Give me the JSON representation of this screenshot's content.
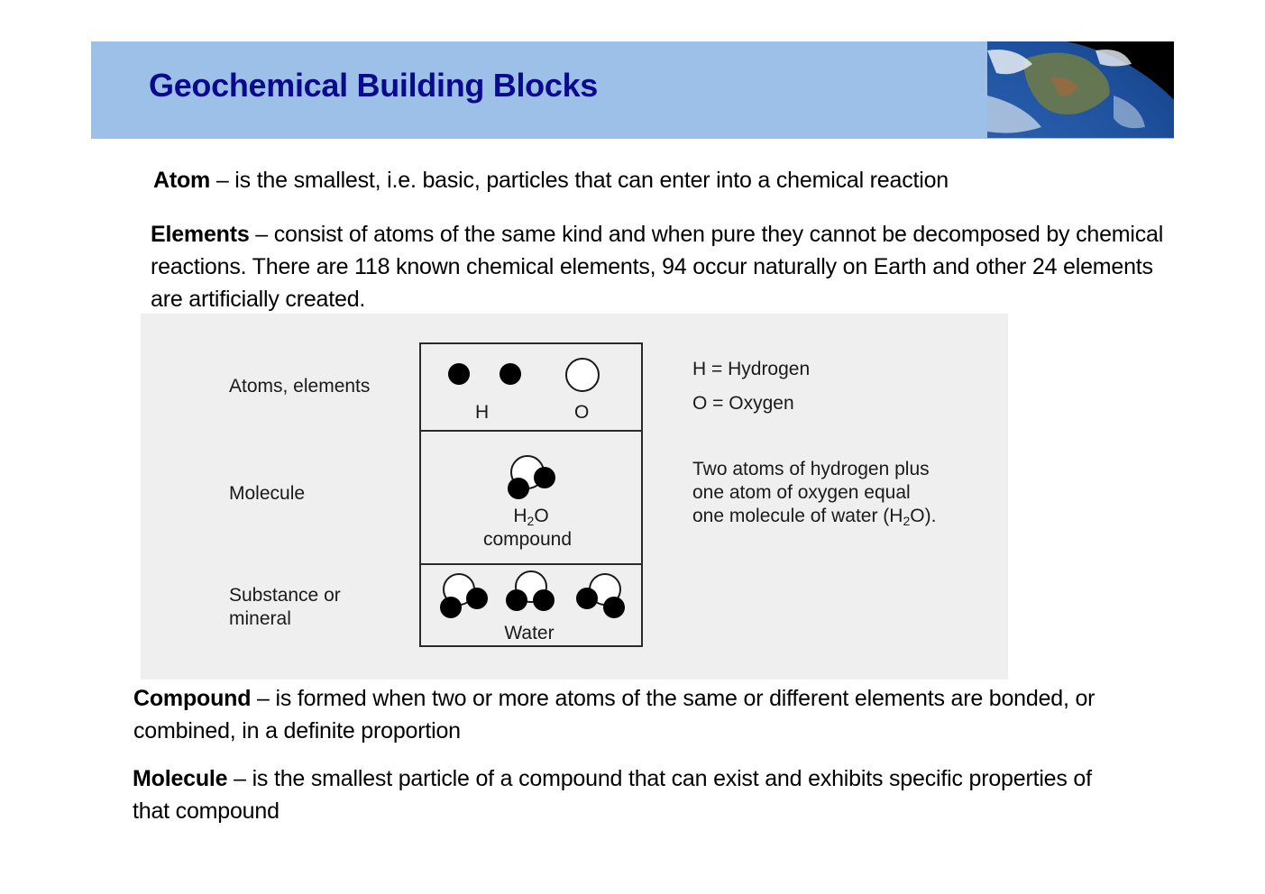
{
  "header": {
    "title": "Geochemical Building Blocks",
    "image": "earth-from-space-image",
    "background_color": "#9dc0e8",
    "title_color": "#0a0a8c"
  },
  "paragraphs": {
    "atom": {
      "term": "Atom",
      "text": " – is the smallest, i.e. basic, particles that can enter into a chemical reaction"
    },
    "elements": {
      "term": "Elements",
      "text": " – consist of atoms of the same kind and when pure they cannot be decomposed by chemical reactions. There are 118 known chemical elements, 94 occur naturally on Earth and other 24 elements are artificially created."
    },
    "compound": {
      "term": "Compound",
      "text": " – is formed when two or more atoms of the same or different elements are bonded, or combined, in a definite proportion"
    },
    "molecule": {
      "term": "Molecule",
      "text": " – is the smallest particle of a compound that can exist and exhibits specific properties of that compound"
    }
  },
  "figure": {
    "row_labels": {
      "atoms": "Atoms, elements",
      "molecule": "Molecule",
      "substance_line1": "Substance or",
      "substance_line2": "mineral"
    },
    "cells": {
      "atom_h": "H",
      "atom_o": "O",
      "formula_base": "H",
      "formula_sub": "2",
      "formula_end": "O",
      "compound": "compound",
      "water": "Water"
    },
    "legend": {
      "hydrogen": "H = Hydrogen",
      "oxygen": "O = Oxygen",
      "desc_line1": "Two atoms of hydrogen plus",
      "desc_line2": "one atom of oxygen equal",
      "desc_line3_pre": "one molecule of water (H",
      "desc_line3_sub": "2",
      "desc_line3_post": "O)."
    }
  }
}
